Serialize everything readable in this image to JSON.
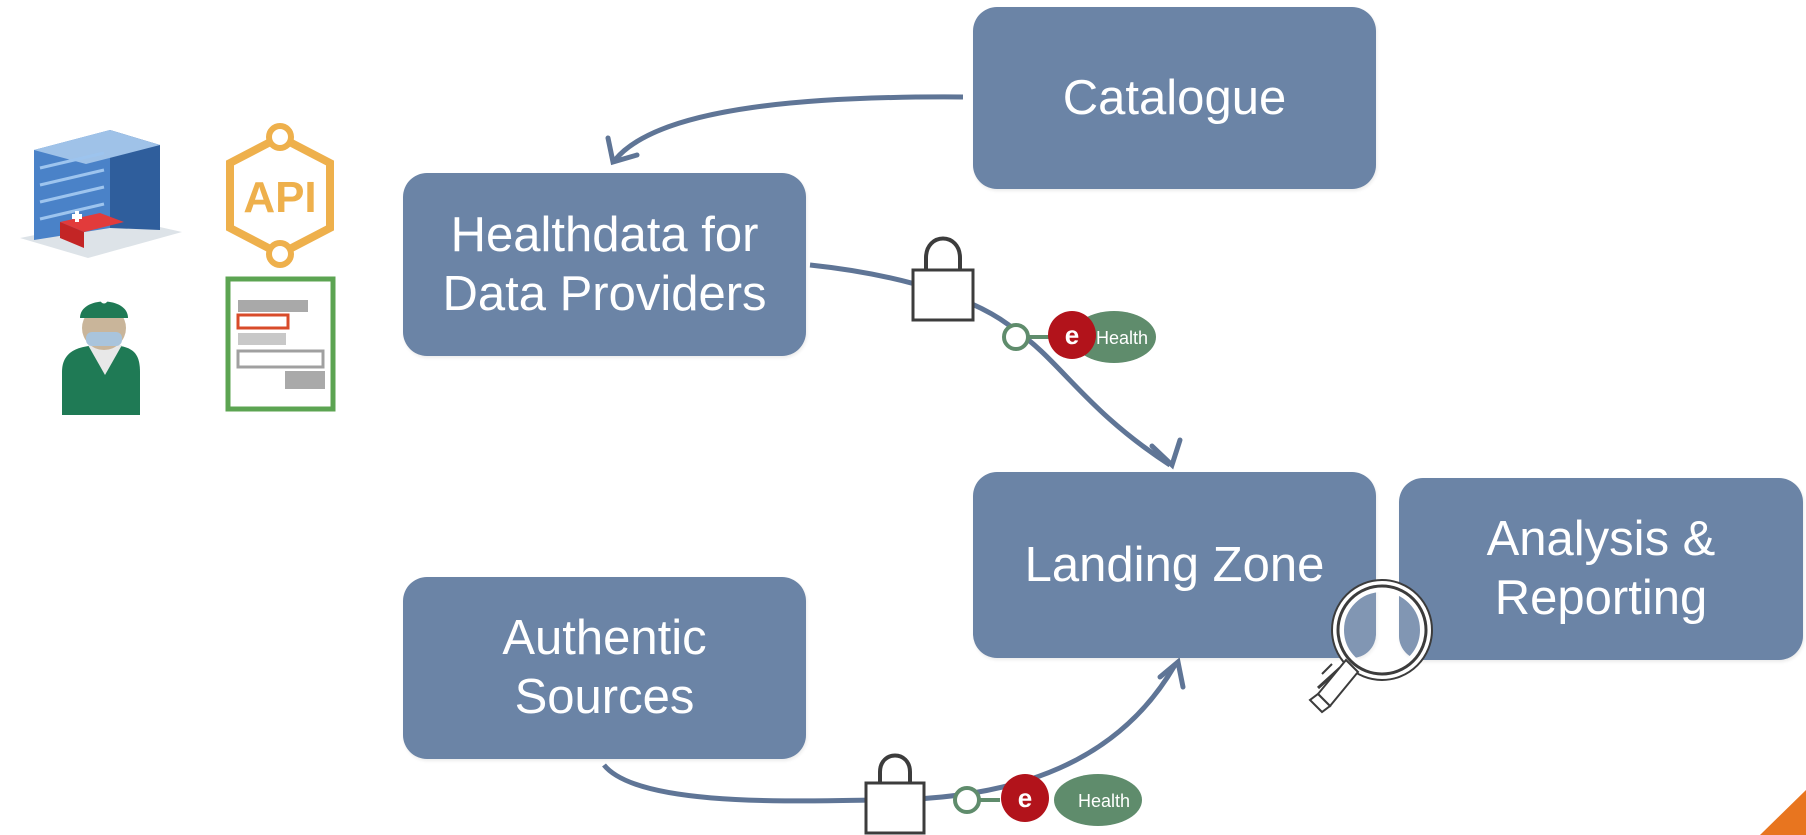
{
  "boxes": {
    "catalogue": "Catalogue",
    "healthdata": "Healthdata for\nData Providers",
    "landing_zone": "Landing Zone",
    "analysis": "Analysis &\nReporting",
    "authentic": "Authentic\nSources"
  },
  "icons": {
    "api_label": "API",
    "ehealth_top": {
      "e": "e",
      "health": "Health"
    },
    "ehealth_bottom": {
      "e": "e",
      "health": "Health"
    }
  },
  "colors": {
    "box": "#6b84a6",
    "arrow": "#5f7596",
    "api_orange": "#eeb04c",
    "ehealth_red": "#b2131b",
    "ehealth_green": "#5f8c6c",
    "doc_green": "#5ca452",
    "doctor_green": "#1f7a55",
    "corner_orange": "#e8751f"
  }
}
